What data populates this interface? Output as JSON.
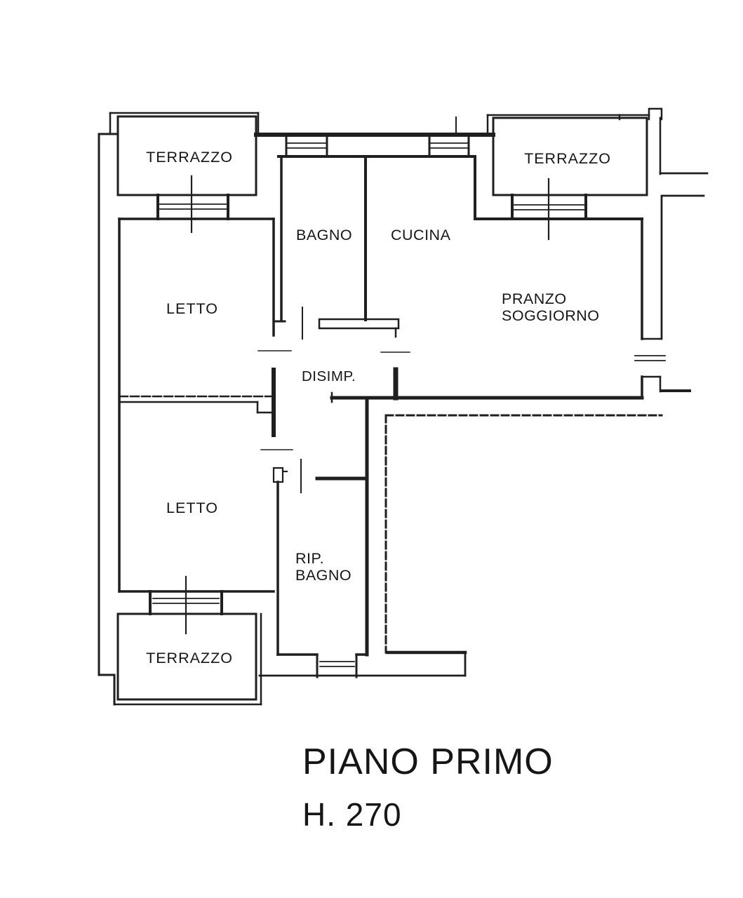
{
  "plan": {
    "labels": {
      "terrazzo_top_left": "TERRAZZO",
      "bagno": "BAGNO",
      "cucina": "CUCINA",
      "terrazzo_top_right": "TERRAZZO",
      "letto_upper": "LETTO",
      "pranzo_line1": "PRANZO",
      "pranzo_line2": "SOGGIORNO",
      "disimp": "DISIMP.",
      "letto_lower": "LETTO",
      "rip_line1": "RIP.",
      "rip_line2": "BAGNO",
      "terrazzo_bottom": "TERRAZZO"
    },
    "title": "PIANO PRIMO",
    "height_label": "H. 270",
    "colors": {
      "ink": "#1f1f1f",
      "paper": "#ffffff"
    }
  }
}
